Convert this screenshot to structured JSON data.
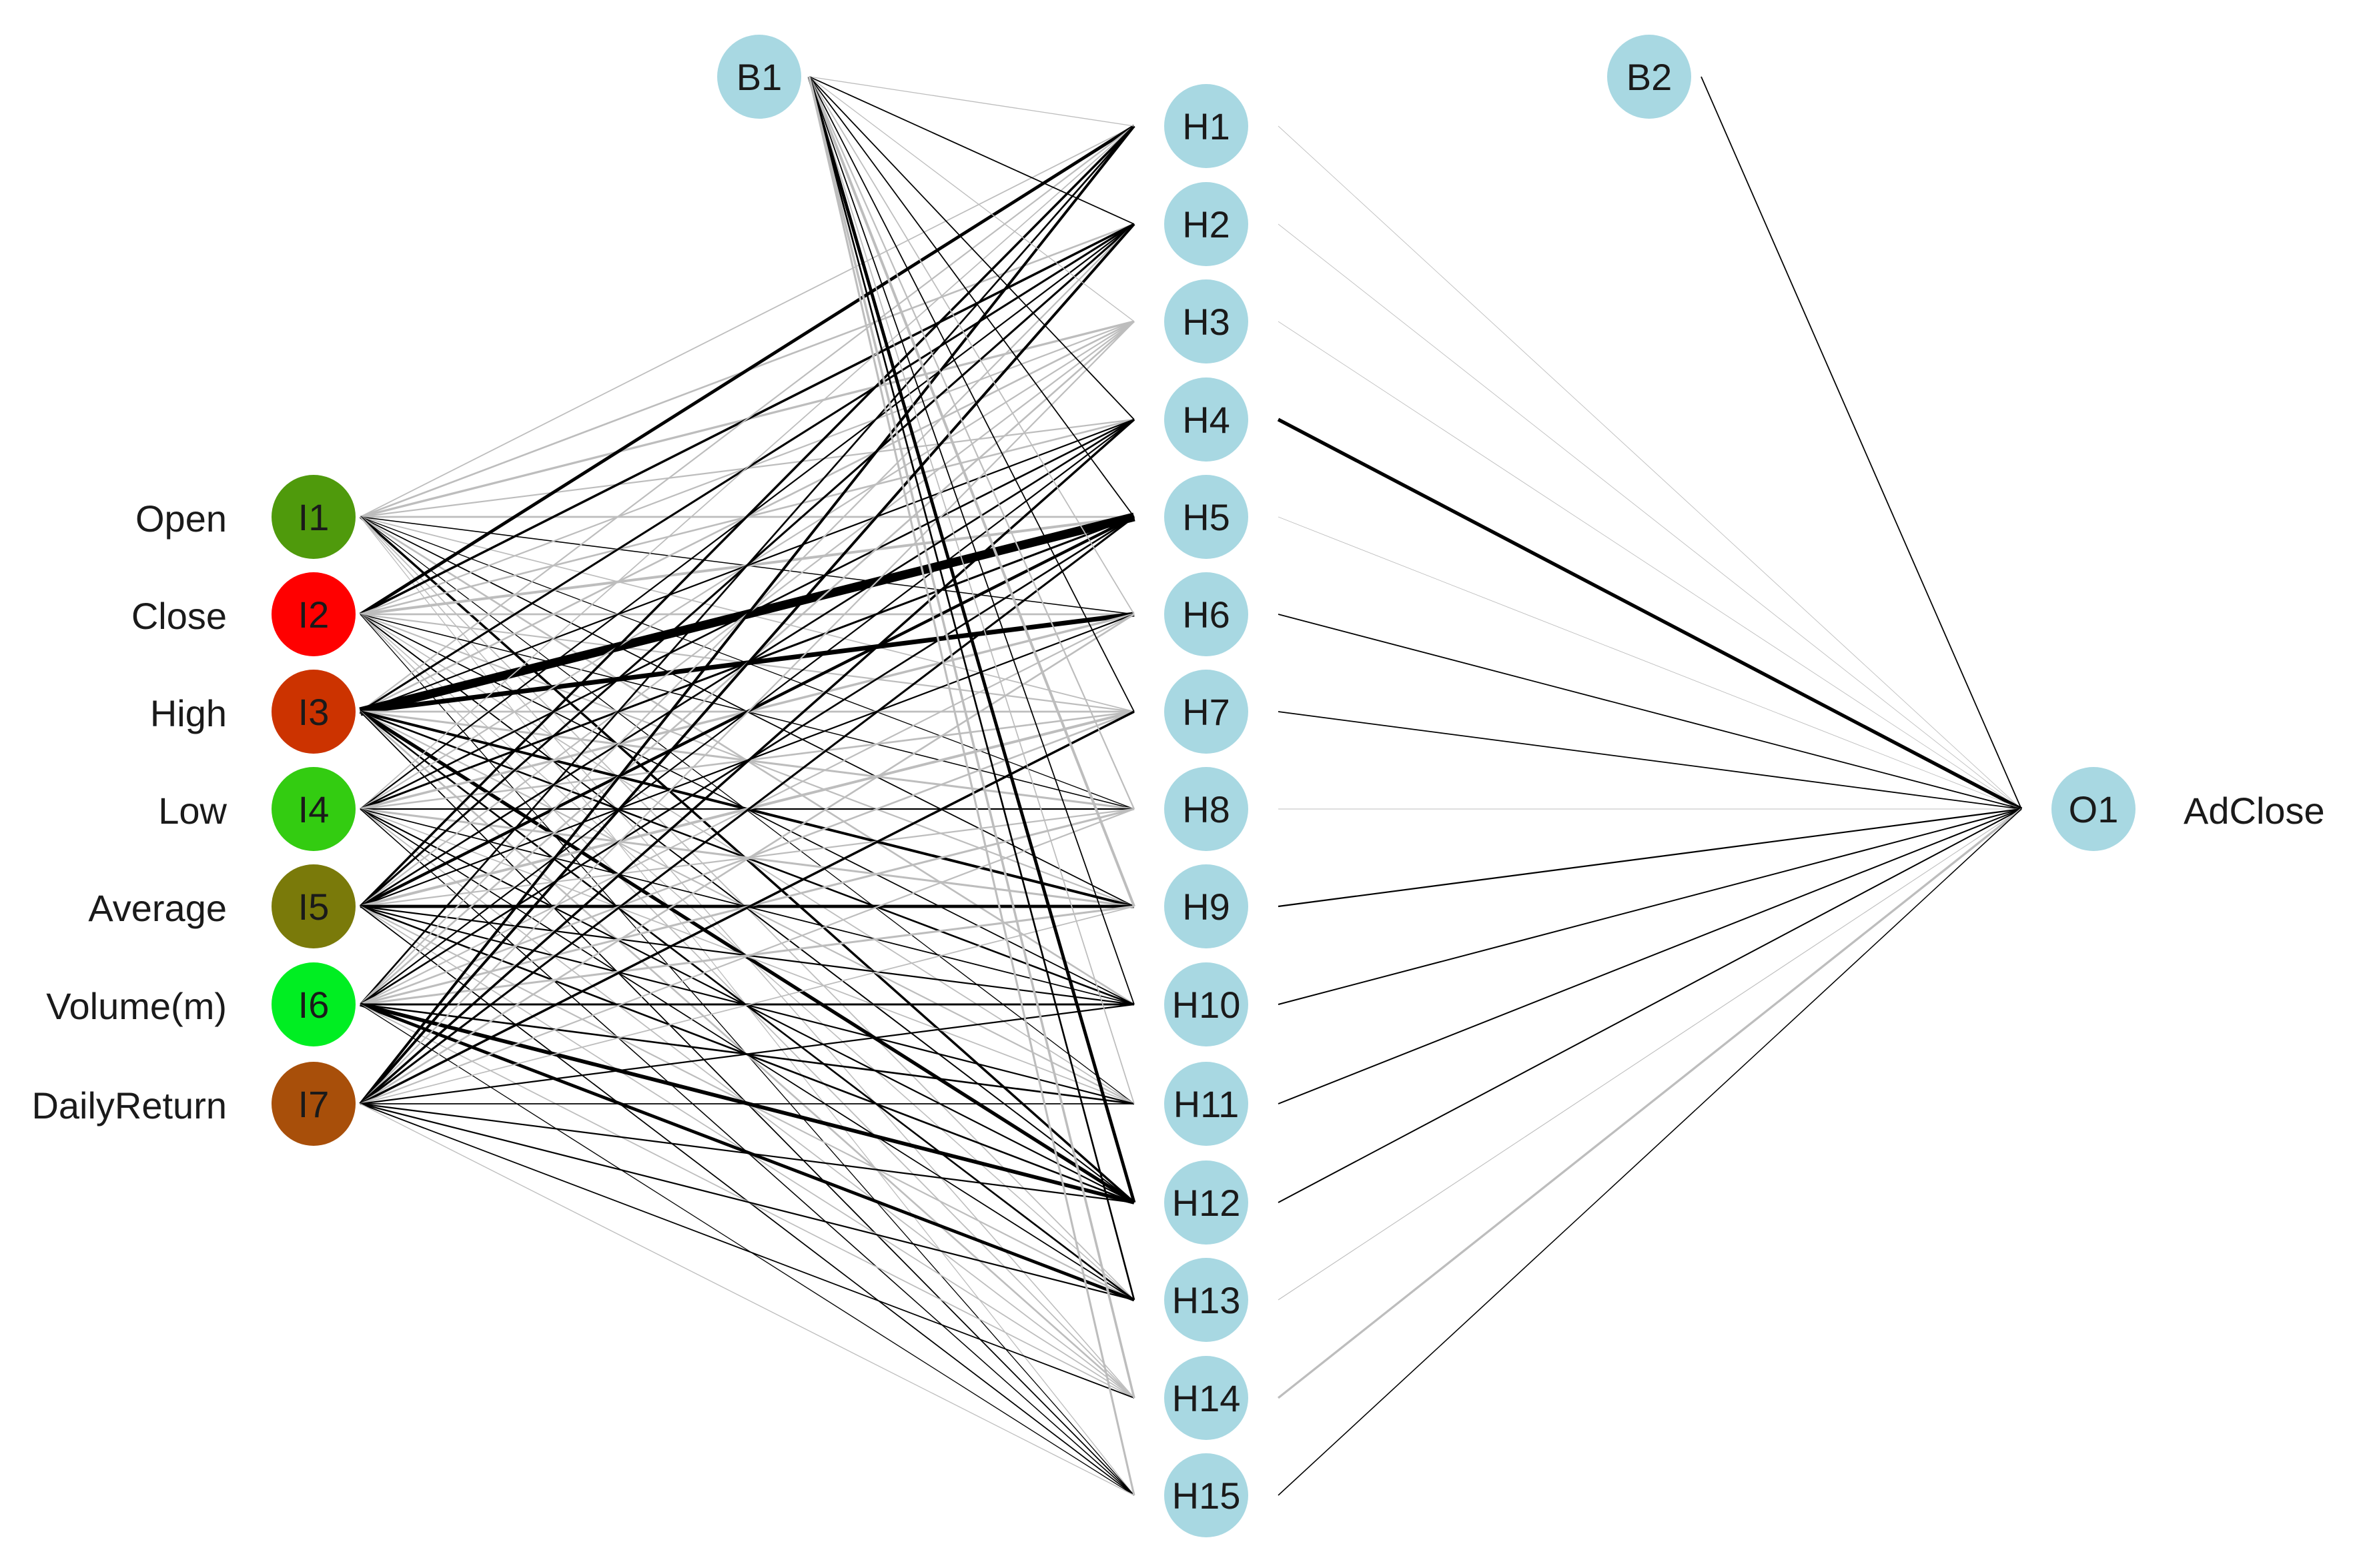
{
  "network": {
    "inputs": [
      {
        "id": "I1",
        "label": "Open",
        "color": "#4f9a0c"
      },
      {
        "id": "I2",
        "label": "Close",
        "color": "#ff0000"
      },
      {
        "id": "I3",
        "label": "High",
        "color": "#cc3300"
      },
      {
        "id": "I4",
        "label": "Low",
        "color": "#33cc11"
      },
      {
        "id": "I5",
        "label": "Average",
        "color": "#7a7a0a"
      },
      {
        "id": "I6",
        "label": "Volume(m)",
        "color": "#00ee22"
      },
      {
        "id": "I7",
        "label": "DailyReturn",
        "color": "#a84f0a"
      }
    ],
    "hidden": [
      "H1",
      "H2",
      "H3",
      "H4",
      "H5",
      "H6",
      "H7",
      "H8",
      "H9",
      "H10",
      "H11",
      "H12",
      "H13",
      "H14",
      "H15"
    ],
    "bias": [
      "B1",
      "B2"
    ],
    "output": {
      "id": "O1",
      "label": "AdClose"
    },
    "node_color": "#a8d8e2",
    "edge_colors": {
      "positive": "#000000",
      "negative": "#bdbdbd"
    },
    "hidden_to_output": [
      {
        "from": "H1",
        "sign": "neg",
        "weight": 0.4
      },
      {
        "from": "H2",
        "sign": "neg",
        "weight": 0.4
      },
      {
        "from": "H3",
        "sign": "neg",
        "weight": 0.4
      },
      {
        "from": "H4",
        "sign": "pos",
        "weight": 2.4
      },
      {
        "from": "H5",
        "sign": "neg",
        "weight": 0.4
      },
      {
        "from": "H6",
        "sign": "pos",
        "weight": 0.8
      },
      {
        "from": "H7",
        "sign": "pos",
        "weight": 0.8
      },
      {
        "from": "H8",
        "sign": "neg",
        "weight": 0.5
      },
      {
        "from": "H9",
        "sign": "pos",
        "weight": 1.0
      },
      {
        "from": "H10",
        "sign": "pos",
        "weight": 0.9
      },
      {
        "from": "H11",
        "sign": "pos",
        "weight": 0.9
      },
      {
        "from": "H12",
        "sign": "pos",
        "weight": 0.9
      },
      {
        "from": "H13",
        "sign": "neg",
        "weight": 0.5
      },
      {
        "from": "H14",
        "sign": "neg",
        "weight": 1.5
      },
      {
        "from": "H15",
        "sign": "pos",
        "weight": 0.7
      },
      {
        "from": "B2",
        "sign": "pos",
        "weight": 0.8
      }
    ],
    "input_to_hidden": [
      {
        "from": "I1",
        "to": "H1",
        "sign": "neg",
        "weight": 0.8
      },
      {
        "from": "I1",
        "to": "H2",
        "sign": "neg",
        "weight": 1.2
      },
      {
        "from": "I1",
        "to": "H3",
        "sign": "neg",
        "weight": 1.5
      },
      {
        "from": "I1",
        "to": "H4",
        "sign": "neg",
        "weight": 1.0
      },
      {
        "from": "I1",
        "to": "H5",
        "sign": "neg",
        "weight": 1.2
      },
      {
        "from": "I1",
        "to": "H6",
        "sign": "pos",
        "weight": 0.7
      },
      {
        "from": "I1",
        "to": "H7",
        "sign": "neg",
        "weight": 0.8
      },
      {
        "from": "I1",
        "to": "H8",
        "sign": "pos",
        "weight": 0.6
      },
      {
        "from": "I1",
        "to": "H9",
        "sign": "pos",
        "weight": 0.8
      },
      {
        "from": "I1",
        "to": "H10",
        "sign": "neg",
        "weight": 1.2
      },
      {
        "from": "I1",
        "to": "H11",
        "sign": "pos",
        "weight": 0.6
      },
      {
        "from": "I1",
        "to": "H12",
        "sign": "pos",
        "weight": 1.6
      },
      {
        "from": "I1",
        "to": "H13",
        "sign": "neg",
        "weight": 0.8
      },
      {
        "from": "I1",
        "to": "H14",
        "sign": "neg",
        "weight": 0.7
      },
      {
        "from": "I1",
        "to": "H15",
        "sign": "neg",
        "weight": 0.6
      },
      {
        "from": "I2",
        "to": "H1",
        "sign": "pos",
        "weight": 2.2
      },
      {
        "from": "I2",
        "to": "H2",
        "sign": "pos",
        "weight": 1.6
      },
      {
        "from": "I2",
        "to": "H3",
        "sign": "neg",
        "weight": 1.0
      },
      {
        "from": "I2",
        "to": "H4",
        "sign": "neg",
        "weight": 1.2
      },
      {
        "from": "I2",
        "to": "H5",
        "sign": "neg",
        "weight": 1.8
      },
      {
        "from": "I2",
        "to": "H6",
        "sign": "neg",
        "weight": 1.2
      },
      {
        "from": "I2",
        "to": "H7",
        "sign": "neg",
        "weight": 1.0
      },
      {
        "from": "I2",
        "to": "H8",
        "sign": "pos",
        "weight": 0.7
      },
      {
        "from": "I2",
        "to": "H9",
        "sign": "neg",
        "weight": 1.0
      },
      {
        "from": "I2",
        "to": "H10",
        "sign": "pos",
        "weight": 0.8
      },
      {
        "from": "I2",
        "to": "H11",
        "sign": "neg",
        "weight": 0.8
      },
      {
        "from": "I2",
        "to": "H12",
        "sign": "pos",
        "weight": 0.9
      },
      {
        "from": "I2",
        "to": "H13",
        "sign": "neg",
        "weight": 0.7
      },
      {
        "from": "I2",
        "to": "H14",
        "sign": "neg",
        "weight": 0.8
      },
      {
        "from": "I2",
        "to": "H15",
        "sign": "pos",
        "weight": 0.6
      },
      {
        "from": "I3",
        "to": "H1",
        "sign": "neg",
        "weight": 1.0
      },
      {
        "from": "I3",
        "to": "H2",
        "sign": "pos",
        "weight": 1.4
      },
      {
        "from": "I3",
        "to": "H3",
        "sign": "neg",
        "weight": 1.2
      },
      {
        "from": "I3",
        "to": "H4",
        "sign": "pos",
        "weight": 1.0
      },
      {
        "from": "I3",
        "to": "H5",
        "sign": "pos",
        "weight": 6.0
      },
      {
        "from": "I3",
        "to": "H6",
        "sign": "pos",
        "weight": 3.2
      },
      {
        "from": "I3",
        "to": "H7",
        "sign": "neg",
        "weight": 1.2
      },
      {
        "from": "I3",
        "to": "H8",
        "sign": "neg",
        "weight": 1.4
      },
      {
        "from": "I3",
        "to": "H9",
        "sign": "pos",
        "weight": 1.8
      },
      {
        "from": "I3",
        "to": "H10",
        "sign": "pos",
        "weight": 1.2
      },
      {
        "from": "I3",
        "to": "H11",
        "sign": "neg",
        "weight": 1.0
      },
      {
        "from": "I3",
        "to": "H12",
        "sign": "pos",
        "weight": 2.4
      },
      {
        "from": "I3",
        "to": "H13",
        "sign": "pos",
        "weight": 1.2
      },
      {
        "from": "I3",
        "to": "H14",
        "sign": "neg",
        "weight": 1.2
      },
      {
        "from": "I3",
        "to": "H15",
        "sign": "pos",
        "weight": 0.8
      },
      {
        "from": "I4",
        "to": "H1",
        "sign": "neg",
        "weight": 0.8
      },
      {
        "from": "I4",
        "to": "H2",
        "sign": "pos",
        "weight": 1.0
      },
      {
        "from": "I4",
        "to": "H3",
        "sign": "neg",
        "weight": 1.0
      },
      {
        "from": "I4",
        "to": "H4",
        "sign": "pos",
        "weight": 1.2
      },
      {
        "from": "I4",
        "to": "H5",
        "sign": "pos",
        "weight": 1.4
      },
      {
        "from": "I4",
        "to": "H6",
        "sign": "neg",
        "weight": 1.6
      },
      {
        "from": "I4",
        "to": "H7",
        "sign": "neg",
        "weight": 1.2
      },
      {
        "from": "I4",
        "to": "H8",
        "sign": "pos",
        "weight": 1.0
      },
      {
        "from": "I4",
        "to": "H9",
        "sign": "neg",
        "weight": 1.4
      },
      {
        "from": "I4",
        "to": "H10",
        "sign": "pos",
        "weight": 0.8
      },
      {
        "from": "I4",
        "to": "H11",
        "sign": "neg",
        "weight": 0.8
      },
      {
        "from": "I4",
        "to": "H12",
        "sign": "pos",
        "weight": 1.0
      },
      {
        "from": "I4",
        "to": "H13",
        "sign": "pos",
        "weight": 0.8
      },
      {
        "from": "I4",
        "to": "H14",
        "sign": "neg",
        "weight": 0.8
      },
      {
        "from": "I4",
        "to": "H15",
        "sign": "pos",
        "weight": 0.7
      },
      {
        "from": "I5",
        "to": "H1",
        "sign": "pos",
        "weight": 1.6
      },
      {
        "from": "I5",
        "to": "H2",
        "sign": "pos",
        "weight": 1.4
      },
      {
        "from": "I5",
        "to": "H3",
        "sign": "neg",
        "weight": 1.0
      },
      {
        "from": "I5",
        "to": "H4",
        "sign": "pos",
        "weight": 1.2
      },
      {
        "from": "I5",
        "to": "H5",
        "sign": "pos",
        "weight": 2.0
      },
      {
        "from": "I5",
        "to": "H6",
        "sign": "pos",
        "weight": 1.0
      },
      {
        "from": "I5",
        "to": "H7",
        "sign": "neg",
        "weight": 1.8
      },
      {
        "from": "I5",
        "to": "H8",
        "sign": "neg",
        "weight": 1.0
      },
      {
        "from": "I5",
        "to": "H9",
        "sign": "pos",
        "weight": 2.2
      },
      {
        "from": "I5",
        "to": "H10",
        "sign": "pos",
        "weight": 1.0
      },
      {
        "from": "I5",
        "to": "H11",
        "sign": "pos",
        "weight": 1.0
      },
      {
        "from": "I5",
        "to": "H12",
        "sign": "pos",
        "weight": 1.2
      },
      {
        "from": "I5",
        "to": "H13",
        "sign": "neg",
        "weight": 1.0
      },
      {
        "from": "I5",
        "to": "H14",
        "sign": "neg",
        "weight": 0.8
      },
      {
        "from": "I5",
        "to": "H15",
        "sign": "pos",
        "weight": 0.8
      },
      {
        "from": "I6",
        "to": "H1",
        "sign": "pos",
        "weight": 1.2
      },
      {
        "from": "I6",
        "to": "H2",
        "sign": "neg",
        "weight": 1.0
      },
      {
        "from": "I6",
        "to": "H3",
        "sign": "neg",
        "weight": 1.2
      },
      {
        "from": "I6",
        "to": "H4",
        "sign": "pos",
        "weight": 1.0
      },
      {
        "from": "I6",
        "to": "H5",
        "sign": "pos",
        "weight": 1.2
      },
      {
        "from": "I6",
        "to": "H6",
        "sign": "neg",
        "weight": 1.0
      },
      {
        "from": "I6",
        "to": "H7",
        "sign": "neg",
        "weight": 1.2
      },
      {
        "from": "I6",
        "to": "H8",
        "sign": "neg",
        "weight": 1.4
      },
      {
        "from": "I6",
        "to": "H9",
        "sign": "neg",
        "weight": 1.4
      },
      {
        "from": "I6",
        "to": "H10",
        "sign": "pos",
        "weight": 1.4
      },
      {
        "from": "I6",
        "to": "H11",
        "sign": "pos",
        "weight": 1.2
      },
      {
        "from": "I6",
        "to": "H12",
        "sign": "pos",
        "weight": 2.6
      },
      {
        "from": "I6",
        "to": "H13",
        "sign": "pos",
        "weight": 2.2
      },
      {
        "from": "I6",
        "to": "H14",
        "sign": "neg",
        "weight": 0.8
      },
      {
        "from": "I6",
        "to": "H15",
        "sign": "pos",
        "weight": 0.6
      },
      {
        "from": "I7",
        "to": "H1",
        "sign": "pos",
        "weight": 1.8
      },
      {
        "from": "I7",
        "to": "H2",
        "sign": "pos",
        "weight": 1.8
      },
      {
        "from": "I7",
        "to": "H3",
        "sign": "neg",
        "weight": 1.0
      },
      {
        "from": "I7",
        "to": "H4",
        "sign": "pos",
        "weight": 1.6
      },
      {
        "from": "I7",
        "to": "H5",
        "sign": "pos",
        "weight": 1.4
      },
      {
        "from": "I7",
        "to": "H6",
        "sign": "neg",
        "weight": 1.2
      },
      {
        "from": "I7",
        "to": "H7",
        "sign": "pos",
        "weight": 1.6
      },
      {
        "from": "I7",
        "to": "H8",
        "sign": "neg",
        "weight": 1.0
      },
      {
        "from": "I7",
        "to": "H9",
        "sign": "neg",
        "weight": 0.8
      },
      {
        "from": "I7",
        "to": "H10",
        "sign": "pos",
        "weight": 1.0
      },
      {
        "from": "I7",
        "to": "H11",
        "sign": "pos",
        "weight": 0.8
      },
      {
        "from": "I7",
        "to": "H12",
        "sign": "pos",
        "weight": 1.0
      },
      {
        "from": "I7",
        "to": "H13",
        "sign": "pos",
        "weight": 1.0
      },
      {
        "from": "I7",
        "to": "H14",
        "sign": "pos",
        "weight": 0.8
      },
      {
        "from": "I7",
        "to": "H15",
        "sign": "neg",
        "weight": 0.6
      },
      {
        "from": "B1",
        "to": "H1",
        "sign": "neg",
        "weight": 0.6
      },
      {
        "from": "B1",
        "to": "H2",
        "sign": "pos",
        "weight": 0.8
      },
      {
        "from": "B1",
        "to": "H3",
        "sign": "neg",
        "weight": 0.6
      },
      {
        "from": "B1",
        "to": "H4",
        "sign": "pos",
        "weight": 0.8
      },
      {
        "from": "B1",
        "to": "H5",
        "sign": "pos",
        "weight": 0.8
      },
      {
        "from": "B1",
        "to": "H6",
        "sign": "neg",
        "weight": 0.8
      },
      {
        "from": "B1",
        "to": "H7",
        "sign": "pos",
        "weight": 0.8
      },
      {
        "from": "B1",
        "to": "H8",
        "sign": "neg",
        "weight": 1.0
      },
      {
        "from": "B1",
        "to": "H9",
        "sign": "neg",
        "weight": 1.8
      },
      {
        "from": "B1",
        "to": "H10",
        "sign": "pos",
        "weight": 0.8
      },
      {
        "from": "B1",
        "to": "H11",
        "sign": "neg",
        "weight": 0.8
      },
      {
        "from": "B1",
        "to": "H12",
        "sign": "pos",
        "weight": 2.2
      },
      {
        "from": "B1",
        "to": "H13",
        "sign": "pos",
        "weight": 1.2
      },
      {
        "from": "B1",
        "to": "H14",
        "sign": "neg",
        "weight": 1.6
      },
      {
        "from": "B1",
        "to": "H15",
        "sign": "neg",
        "weight": 1.4
      }
    ]
  }
}
